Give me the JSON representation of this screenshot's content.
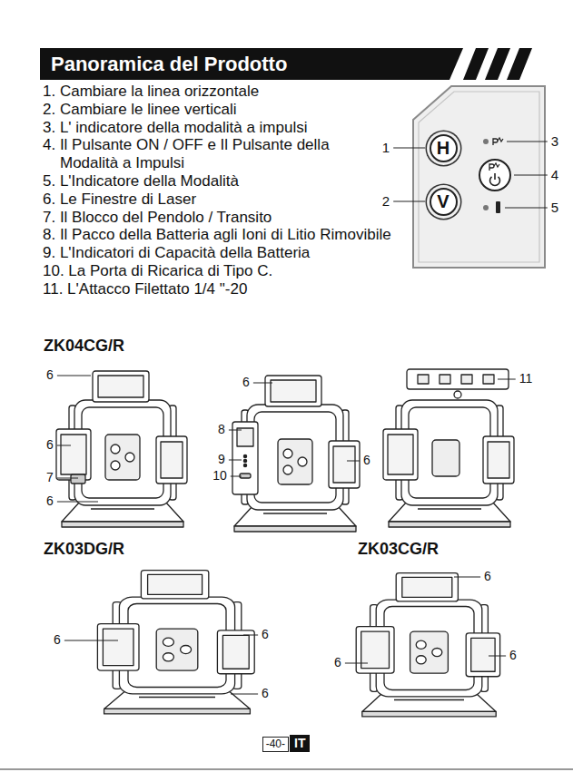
{
  "diagram": {
    "title": "Panoramica del Prodotto",
    "nodes": [
      {
        "text": [
          "H"
        ]
      },
      {
        "text": [
          "V"
        ]
      },
      {
        "text": [
          "-40-"
        ]
      },
      {
        "text": [
          "IT"
        ]
      }
    ],
    "labels": [
      "1. Cambiare la linea orizzontale",
      "2. Cambiare le linee verticali",
      "3. L' indicatore della modalità a impulsi",
      "4. Il Pulsante ON / OFF e Il Pulsante della Modalità a Impulsi",
      "5. L'Indicatore della Modalità",
      "6. Le Finestre di Laser",
      "7. Il Blocco del Pendolo / Transito",
      "8. Il Pacco della Batteria agli Ioni di Litio Rimovibile",
      "9. L'Indicatori di Capacità della Batteria",
      "10. La Porta di Ricarica di Tipo C.",
      "11. L'Attacco Filettato 1/4 \"-20",
      "1",
      "2",
      "3",
      "4",
      "5",
      "ZK04CG/R",
      "6",
      "6",
      "7",
      "6",
      "6",
      "8",
      "9",
      "10",
      "6",
      "11",
      "ZK03DG/R",
      "6",
      "6",
      "6",
      "ZK03CG/R",
      "6",
      "6",
      "6"
    ]
  }
}
